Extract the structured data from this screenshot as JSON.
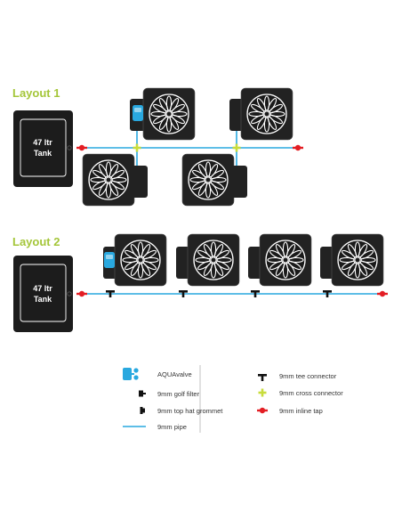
{
  "layout1": {
    "title": "Layout 1",
    "tank": {
      "line1": "47 ltr",
      "line2": "Tank"
    }
  },
  "layout2": {
    "title": "Layout 2",
    "tank": {
      "line1": "47 ltr",
      "line2": "Tank"
    }
  },
  "legend": {
    "aquavalve": "AQUAvalve",
    "golf_filter": "9mm golf filter",
    "top_hat_grommet": "9mm top hat grommet",
    "pipe": "9mm pipe",
    "tee_connector": "9mm tee connector",
    "cross_connector": "9mm cross connector",
    "inline_tap": "9mm inline tap"
  },
  "colors": {
    "pipe": "#29a8df",
    "cross_connector": "#c8dc3c",
    "inline_tap": "#e31e24",
    "pot": "#222222",
    "title_accent": "#a4c639",
    "aquavalve": "#29a8df"
  }
}
